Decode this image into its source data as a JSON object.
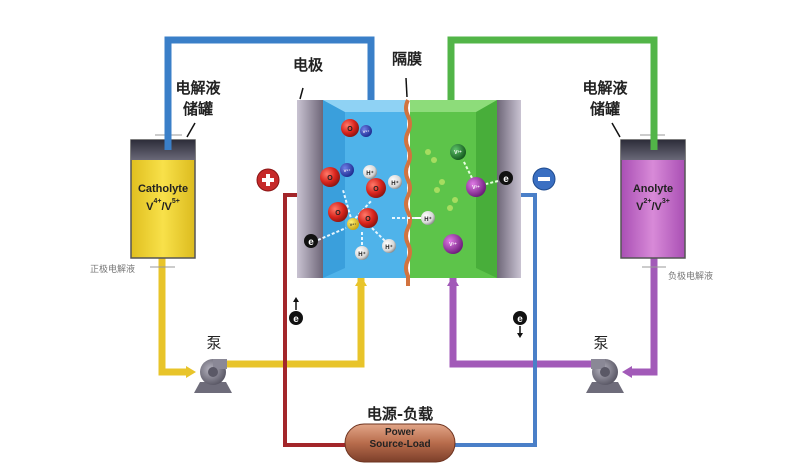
{
  "diagram": {
    "title_labels": {
      "electrode": "电极",
      "membrane": "隔膜",
      "left_tank_label_line1": "电解液",
      "left_tank_label_line2": "储罐",
      "right_tank_label_line1": "电解液",
      "right_tank_label_line2": "储罐",
      "positive_electrolyte": "正极电解液",
      "negative_electrolyte": "负极电解液",
      "pump_left": "泵",
      "pump_right": "泵",
      "power_load_cn": "电源-负载"
    },
    "catholyte_tank": {
      "name": "Catholyte",
      "ion_a": "V",
      "ion_a_charge": "4+",
      "separator": "/V",
      "ion_b_charge": "5+"
    },
    "anolyte_tank": {
      "name": "Anolyte",
      "ion_a": "V",
      "ion_a_charge": "2+",
      "separator": "/V",
      "ion_b_charge": "3+"
    },
    "power_load": {
      "line1": "Power",
      "line2": "Source-Load"
    },
    "terminals": {
      "positive": "+",
      "negative": "−"
    },
    "particles": {
      "electron": "e",
      "oxygen": "O",
      "hydrogen": "H⁺",
      "v5": "V⁵⁺",
      "v4": "V⁴⁺",
      "v3": "V³⁺",
      "v2": "V²⁺"
    },
    "colors": {
      "blue_loop": "#3a7fc8",
      "green_loop": "#52b548",
      "yellow_loop": "#e8c42a",
      "purple_loop": "#a25ab8",
      "red_wire": "#a3262a",
      "blue_wire": "#4a7fc8",
      "catholyte_fill": "#f2d63a",
      "anolyte_fill": "#c669c9",
      "positive_half_cell": "#4fb3ea",
      "negative_half_cell": "#5dc44a",
      "membrane": "#d2733f",
      "load_body": "#b8704f"
    }
  }
}
